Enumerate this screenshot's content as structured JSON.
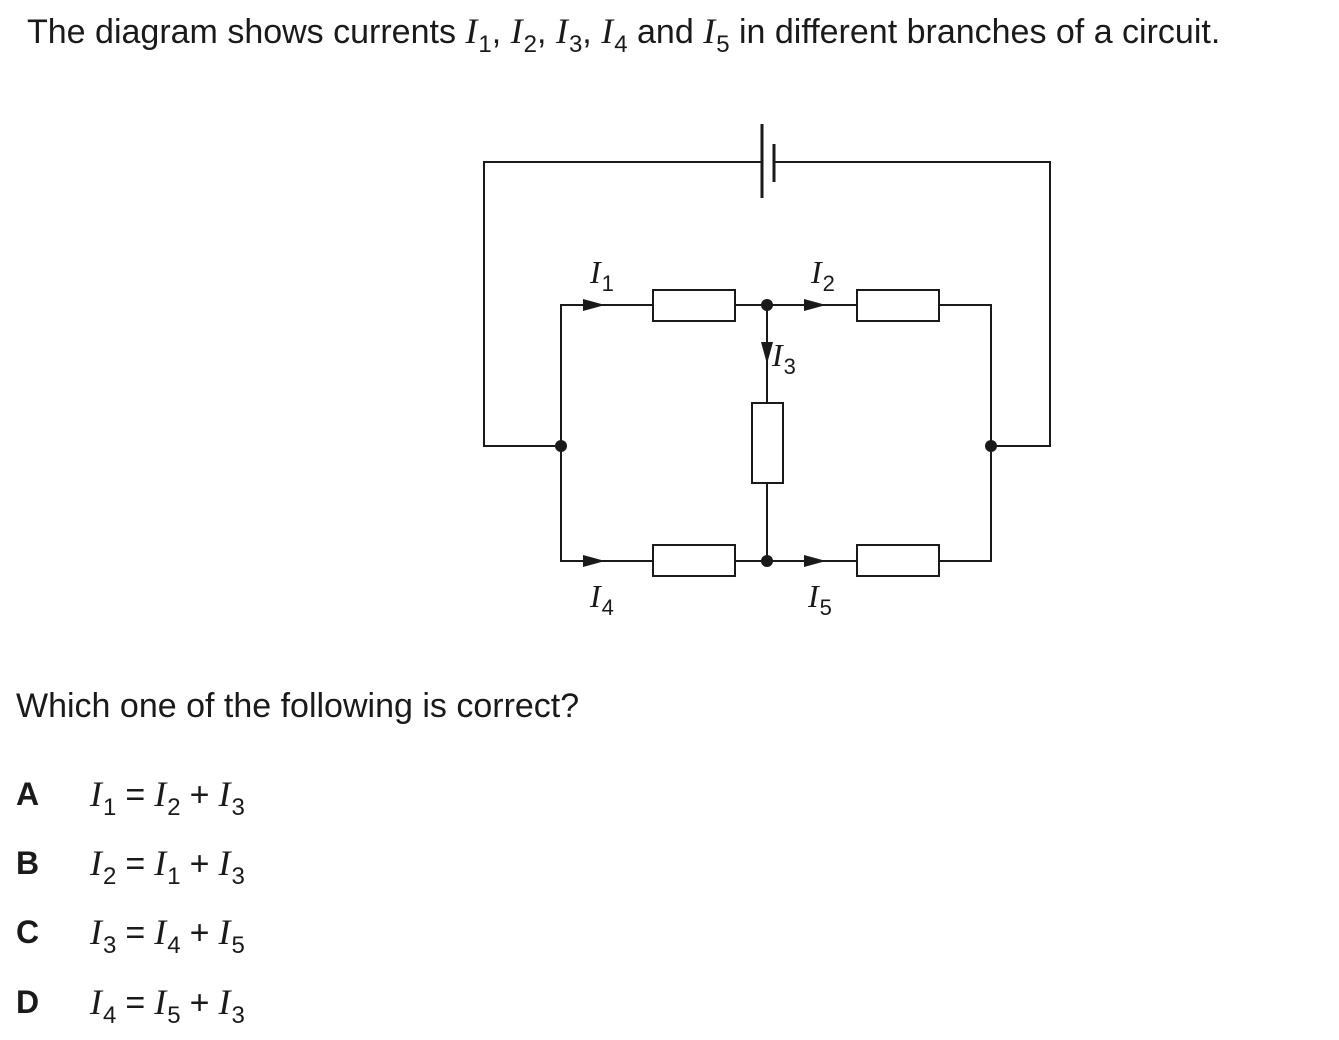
{
  "stem": {
    "prefix": "The diagram shows currents ",
    "mid_separator": ", ",
    "and_word": " and ",
    "suffix": " in different branches of a circuit.",
    "currents": [
      {
        "symbol": "I",
        "sub": "1"
      },
      {
        "symbol": "I",
        "sub": "2"
      },
      {
        "symbol": "I",
        "sub": "3"
      },
      {
        "symbol": "I",
        "sub": "4"
      },
      {
        "symbol": "I",
        "sub": "5"
      }
    ]
  },
  "diagram": {
    "labels": [
      {
        "symbol": "I",
        "sub": "1"
      },
      {
        "symbol": "I",
        "sub": "2"
      },
      {
        "symbol": "I",
        "sub": "3"
      },
      {
        "symbol": "I",
        "sub": "4"
      },
      {
        "symbol": "I",
        "sub": "5"
      }
    ]
  },
  "question": "Which one of the following is correct?",
  "options": [
    {
      "letter": "A",
      "lhs": {
        "symbol": "I",
        "sub": "1"
      },
      "eq": "=",
      "t1": {
        "symbol": "I",
        "sub": "2"
      },
      "plus": "+",
      "t2": {
        "symbol": "I",
        "sub": "3"
      }
    },
    {
      "letter": "B",
      "lhs": {
        "symbol": "I",
        "sub": "2"
      },
      "eq": "=",
      "t1": {
        "symbol": "I",
        "sub": "1"
      },
      "plus": "+",
      "t2": {
        "symbol": "I",
        "sub": "3"
      }
    },
    {
      "letter": "C",
      "lhs": {
        "symbol": "I",
        "sub": "3"
      },
      "eq": "=",
      "t1": {
        "symbol": "I",
        "sub": "4"
      },
      "plus": "+",
      "t2": {
        "symbol": "I",
        "sub": "5"
      }
    },
    {
      "letter": "D",
      "lhs": {
        "symbol": "I",
        "sub": "4"
      },
      "eq": "=",
      "t1": {
        "symbol": "I",
        "sub": "5"
      },
      "plus": "+",
      "t2": {
        "symbol": "I",
        "sub": "3"
      }
    }
  ]
}
